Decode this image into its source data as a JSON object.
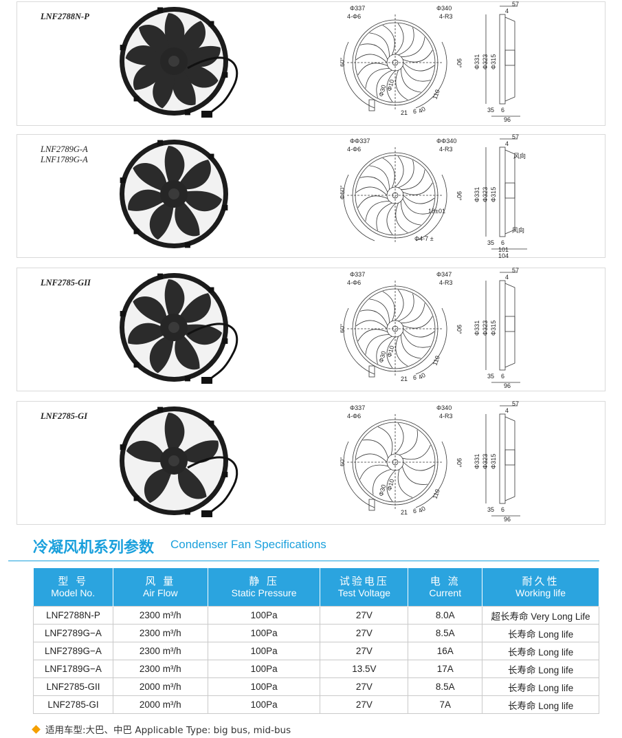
{
  "products": [
    {
      "models": [
        "LNF2788N-P"
      ],
      "bold": true,
      "dims": {
        "outer_dia": "Φ340",
        "mount_dia": "Φ337",
        "holes": "4-Φ6",
        "radius": "4-R3",
        "a60": "60°",
        "a90": "90°",
        "hub1": "Φ30",
        "hub2": "Φ10",
        "d110": "110",
        "d21": "21",
        "d6": "6",
        "d40": "40",
        "t57": "57",
        "t4": "4",
        "s331": "Φ331",
        "s323": "Φ323",
        "s315": "Φ315",
        "b35": "35",
        "b6": "6",
        "b96": "96"
      }
    },
    {
      "models": [
        "LNF2789G-A",
        "LNF1789G-A"
      ],
      "bold": false,
      "dims": {
        "outer_dia": "ΦΦ340",
        "mount_dia": "ΦΦ337",
        "holes": "4-Φ6",
        "radius": "4-R3",
        "a60": "Φ60°",
        "a90": "90°",
        "d18": "18±01",
        "d4": "Φ4-7 ±",
        "t57": "57",
        "t4": "4",
        "s331": "Φ331",
        "s323": "Φ323",
        "s315": "Φ315",
        "b35": "35",
        "b6": "6",
        "b101": "101",
        "b104": "104",
        "wind1": "风向",
        "wind2": "风向"
      }
    },
    {
      "models": [
        "LNF2785-GII"
      ],
      "bold": true,
      "dims": {
        "outer_dia": "Φ347",
        "mount_dia": "Φ337",
        "holes": "4-Φ6",
        "radius": "4-R3",
        "a60": "60°",
        "a90": "90°",
        "hub1": "Φ30",
        "hub2": "Φ10",
        "d110": "110",
        "d21": "21",
        "d6": "6",
        "d40": "40",
        "t57": "57",
        "t4": "4",
        "s331": "Φ331",
        "s323": "Φ323",
        "s315": "Φ315",
        "b35": "35",
        "b6": "6",
        "b96": "96"
      }
    },
    {
      "models": [
        "LNF2785-GI"
      ],
      "bold": true,
      "dims": {
        "outer_dia": "Φ340",
        "mount_dia": "Φ337",
        "holes": "4-Φ6",
        "radius": "4-R3",
        "a60": "60°",
        "a90": "90°",
        "hub1": "Φ30",
        "hub2": "Φ10",
        "d110": "110",
        "d21": "21",
        "d6": "6",
        "d40": "40",
        "t57": "57",
        "t4": "4",
        "s331": "Φ331",
        "s323": "Φ323",
        "s315": "Φ315",
        "b35": "35",
        "b6": "6",
        "b96": "96"
      }
    }
  ],
  "section": {
    "title_cn": "冷凝风机系列参数",
    "title_en": "Condenser Fan Specifications"
  },
  "table": {
    "headers": [
      {
        "cn": "型 号",
        "en": "Model No."
      },
      {
        "cn": "风 量",
        "en": "Air Flow"
      },
      {
        "cn": "静 压",
        "en": "Static Pressure"
      },
      {
        "cn": "试验电压",
        "en": "Test Voltage"
      },
      {
        "cn": "电 流",
        "en": "Current"
      },
      {
        "cn": "耐久性",
        "en": "Working life"
      }
    ],
    "rows": [
      [
        "LNF2788N-P",
        "2300 m³/h",
        "100Pa",
        "27V",
        "8.0A",
        "超长寿命 Very Long Life"
      ],
      [
        "LNF2789G−A",
        "2300 m³/h",
        "100Pa",
        "27V",
        "8.5A",
        "长寿命 Long life"
      ],
      [
        "LNF2789G−A",
        "2300 m³/h",
        "100Pa",
        "27V",
        "16A",
        "长寿命 Long life"
      ],
      [
        "LNF1789G−A",
        "2300 m³/h",
        "100Pa",
        "13.5V",
        "17A",
        "长寿命 Long life"
      ],
      [
        "LNF2785-GII",
        "2000 m³/h",
        "100Pa",
        "27V",
        "8.5A",
        "长寿命 Long life"
      ],
      [
        "LNF2785-GI",
        "2000 m³/h",
        "100Pa",
        "27V",
        "7A",
        "长寿命 Long life"
      ]
    ]
  },
  "footnote": "适用车型:大巴、中巴 Applicable Type: big bus, mid-bus",
  "colors": {
    "accent": "#1aa0dc",
    "header_bg": "#2ba4df",
    "bullet": "#f5a000"
  }
}
